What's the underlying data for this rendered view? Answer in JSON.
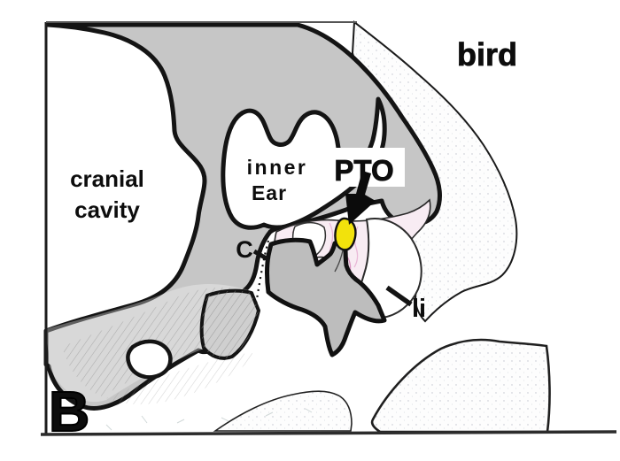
{
  "figure": {
    "panel_label": "B",
    "species_label": "bird",
    "labels": {
      "cranial_line1": "cranial",
      "cranial_line2": "cavity",
      "inner_ear_line1": "inner",
      "inner_ear_line2": "Ear",
      "pto": "PTO",
      "cartilage": "C",
      "ligament": "li"
    },
    "colors": {
      "bone_gray": "#c6c6c6",
      "columella_gray": "#bdbdbd",
      "pto_yellow": "#f2e20c",
      "tissue_pink": "#f8ecf3",
      "outline_black": "#141414",
      "background": "#ffffff"
    }
  }
}
